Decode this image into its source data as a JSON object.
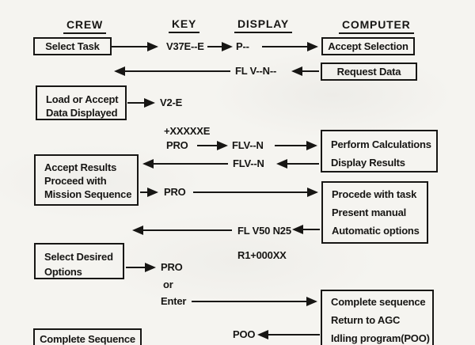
{
  "colors": {
    "ink": "#171614",
    "paper": "#f5f4f0"
  },
  "headers": {
    "crew": "CREW",
    "key": "KEY",
    "display": "DISPLAY",
    "computer": "COMPUTER"
  },
  "boxes": {
    "select_task": {
      "lines": [
        "Select Task"
      ]
    },
    "load_accept": {
      "lines": [
        "Load or Accept",
        "Data Displayed"
      ]
    },
    "accept_results": {
      "lines": [
        "Accept Results",
        "Proceed with",
        "Mission Sequence"
      ]
    },
    "select_options": {
      "lines": [
        "Select Desired",
        "Options"
      ]
    },
    "complete_sequence_crew": {
      "lines": [
        "Complete Sequence"
      ]
    },
    "accept_selection": {
      "lines": [
        "Accept Selection"
      ]
    },
    "request_data": {
      "lines": [
        "Request Data"
      ]
    },
    "perform_calculations": {
      "lines": [
        "Perform Calculations",
        "Display Results"
      ]
    },
    "proceed_options": {
      "lines": [
        "Procede with task",
        "Present manual",
        "Automatic options"
      ]
    },
    "complete_sequence_computer": {
      "lines": [
        "Complete sequence",
        "Return to AGC",
        "Idling program(POO)"
      ]
    }
  },
  "labels": {
    "v37e_e": "V37E--E",
    "p_blank": "P--",
    "fl_v_n_blank": "FL V--N--",
    "v2_e": "V2-E",
    "plus_xxxxxe": "+XXXXXE",
    "pro_data": "PRO",
    "flv_n_request": "FLV--N",
    "flv_n_results": "FLV--N",
    "pro_proceed": "PRO",
    "fl_v50_n25": "FL V50 N25",
    "r1_plus_000xx": "R1+000XX",
    "pro_options": "PRO",
    "or_word": "or",
    "enter_key": "Enter",
    "poo": "POO"
  }
}
